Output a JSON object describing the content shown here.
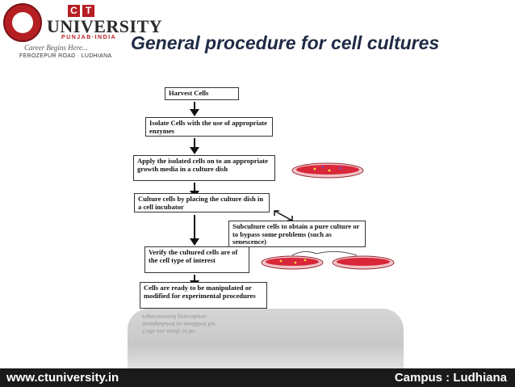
{
  "logo": {
    "ct": [
      "C",
      "T"
    ],
    "name": "UNIVERSITY",
    "state": "PUNJAB·INDIA",
    "tagline": "Career Begins Here...",
    "address": "FEROZEPUR ROAD · LUDHIANA"
  },
  "slide": {
    "title": "General procedure for cell cultures"
  },
  "flowchart": {
    "steps": [
      "Harvest Cells",
      "Isolate Cells with the use of appropriate enzymes",
      "Apply the isolated cells on to an appropriate growth media in a culture dish",
      "Culture cells by placing the culture dish in a cell incubator",
      "Subculture cells to obtain a pure culture or to bypass some problems (such as senescence)",
      "Verify the cultured cells are of the cell type of interest",
      "Cells are ready to be manipulated or modified for experimental procedures"
    ],
    "reflection_lines": [
      "experimental procedures",
      "manipulated or modified for",
      "Cells are ready to be"
    ]
  },
  "colors": {
    "footer_bg": "#1a1a1a",
    "dish_media": "#d9263a",
    "title": "#1f2a44"
  },
  "footer": {
    "website": "www.ctuniversity.in",
    "campus": "Campus : Ludhiana"
  }
}
